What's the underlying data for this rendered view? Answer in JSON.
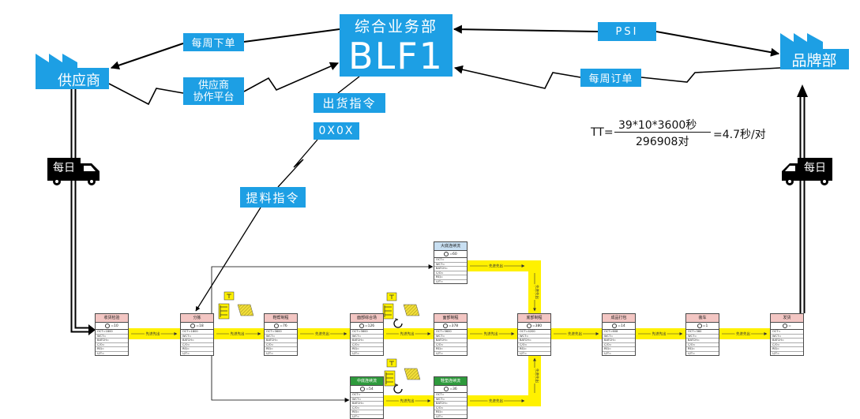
{
  "business_dept": {
    "title": "综合业务部",
    "code": "BLF1"
  },
  "supplier": {
    "label": "供应商",
    "icon": "factory-icon"
  },
  "brand": {
    "label": "品牌部",
    "icon": "factory-icon"
  },
  "info_flow": {
    "weekly_order_out": "每周下单",
    "supplier_platform_line1": "供应商",
    "supplier_platform_line2": "协作平台",
    "psi": "PSI",
    "weekly_order_in": "每周订单",
    "ship_instruction": "出货指令",
    "ship_code": "0X0X",
    "material_instruction": "提料指令"
  },
  "shipments": {
    "inbound": "每日",
    "outbound": "每日",
    "icon": "truck-icon"
  },
  "takt_time": {
    "prefix": "TT=",
    "numerator": "39*10*3600秒",
    "denominator": "296908对",
    "result": "=4.7秒/对"
  },
  "fifo_label": "先进先出",
  "colors": {
    "accent_blue": "#1d9fe4",
    "fifo_yellow": "#fff100"
  },
  "processes": [
    {
      "name": "收货检验",
      "operators": "=10",
      "header_color": "#f3c6c3",
      "header_text_color": "#222222",
      "metrics": [
        "OCT=1800",
        "WCT=",
        "BATCH=",
        "C/O=",
        "REJ=",
        "U/T=",
        "SOG="
      ]
    },
    {
      "name": "分拣",
      "operators": "=18",
      "header_color": "#f3c6c3",
      "header_text_color": "#222222",
      "metrics": [
        "OCT=1800",
        "WCT=",
        "BATCH=",
        "C/O=",
        "REJ=",
        "U/T=",
        "SOG="
      ]
    },
    {
      "name": "鞋帮制程",
      "operators": "=76",
      "header_color": "#f3c6c3",
      "header_text_color": "#222222",
      "metrics": [
        "OCT=3600",
        "WCT=",
        "BATCH=",
        "C/O=",
        "REJ=",
        "U/T=",
        "SOG="
      ]
    },
    {
      "name": "面部综合场",
      "operators": "=126",
      "header_color": "#f3c6c3",
      "header_text_color": "#222222",
      "metrics": [
        "OCT=3600",
        "WCT=",
        "BATCH=",
        "C/O=",
        "REJ=",
        "U/T=",
        "SOG="
      ]
    },
    {
      "name": "面部制程",
      "operators": "=378",
      "header_color": "#f3c6c3",
      "header_text_color": "#222222",
      "metrics": [
        "OCT=3600",
        "WCT=",
        "BATCH=",
        "C/O=",
        "REJ=",
        "U/T=",
        "SOG="
      ]
    },
    {
      "name": "底部制程",
      "operators": "=380",
      "header_color": "#f3c6c3",
      "header_text_color": "#222222",
      "metrics": [
        "OCT=4200",
        "WCT=",
        "BATCH=",
        "C/O=",
        "REJ=",
        "U/T=",
        "SOG="
      ]
    },
    {
      "name": "成品打包",
      "operators": "=14",
      "header_color": "#f3c6c3",
      "header_text_color": "#222222",
      "metrics": [
        "OCT=608",
        "WCT=",
        "BATCH=",
        "C/O=",
        "REJ=",
        "U/T=",
        "SOG="
      ]
    },
    {
      "name": "装车",
      "operators": "=1",
      "header_color": "#f3c6c3",
      "header_text_color": "#222222",
      "metrics": [
        "OCT=360",
        "WCT=",
        "BATCH=",
        "C/O=",
        "REJ=",
        "U/T=",
        "SOG="
      ]
    },
    {
      "name": "发货",
      "operators": "=",
      "header_color": "#f3c6c3",
      "header_text_color": "#222222",
      "metrics": [
        "OCT=",
        "WCT=",
        "BATCH=",
        "C/O=",
        "REJ=",
        "U/T=",
        "SOG="
      ]
    },
    {
      "name": "大底连续流",
      "operators": "=60",
      "header_color": "#c8dff2",
      "header_text_color": "#222222",
      "metrics": [
        "OCT=",
        "WCT=",
        "BATCH=",
        "C/O=",
        "REJ=",
        "U/T=",
        "SOG="
      ]
    },
    {
      "name": "中底连续流",
      "operators": "=54",
      "header_color": "#2e9a3c",
      "header_text_color": "#ffffff",
      "metrics": [
        "OCT=",
        "WCT=",
        "BATCH=",
        "C/O=",
        "REJ=",
        "U/T=",
        "SOG="
      ]
    },
    {
      "name": "鞋垫连续流",
      "operators": "=36",
      "header_color": "#2e9a3c",
      "header_text_color": "#ffffff",
      "metrics": [
        "OCT=",
        "WCT=",
        "BATCH=",
        "C/O=",
        "REJ=",
        "U/T=",
        "SOG="
      ]
    }
  ]
}
